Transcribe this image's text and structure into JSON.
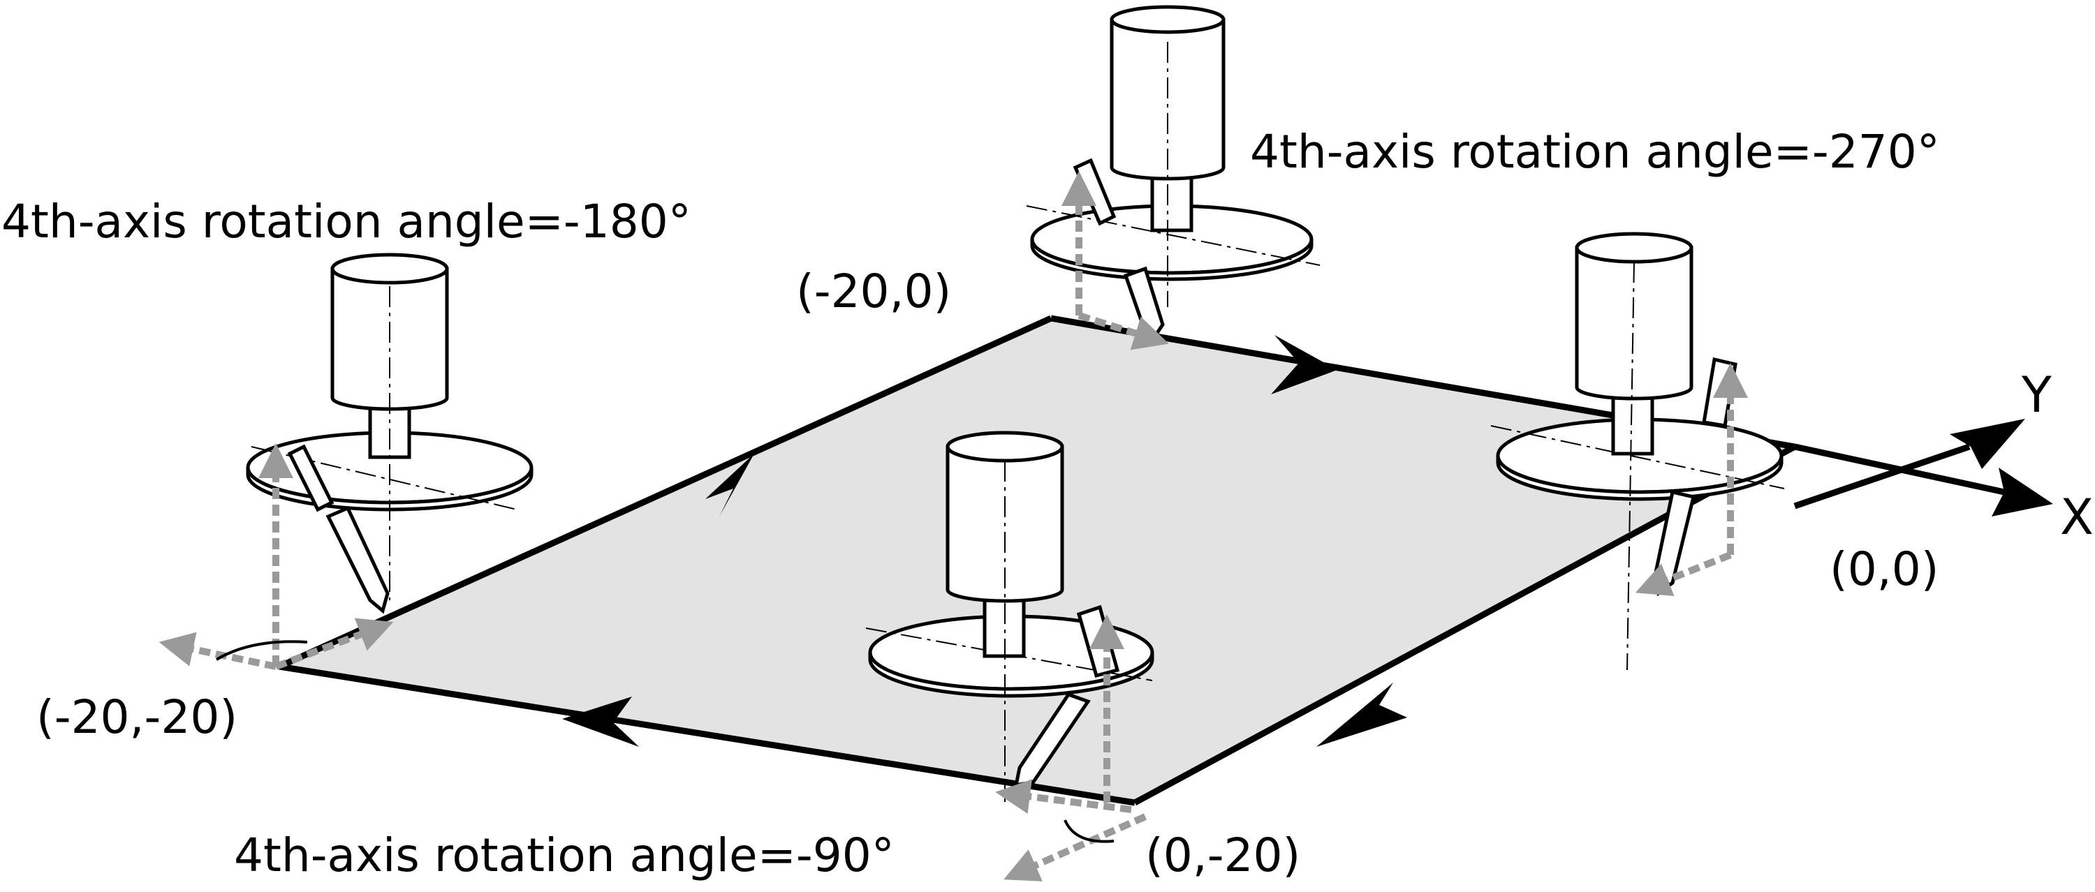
{
  "labels": {
    "angle_top": "4th-axis rotation angle=-270°",
    "angle_left": "4th-axis rotation angle=-180°",
    "angle_bottom": "4th-axis rotation angle=-90°",
    "coord_top": "(-20,0)",
    "coord_right": "(0,0)",
    "coord_left": "(-20,-20)",
    "coord_bottom": "(0,-20)",
    "axis_x": "X",
    "axis_y": "Y"
  },
  "colors": {
    "plate_fill": "#e3e3e3",
    "path_stroke": "#000000",
    "arrow_gray": "#9a9a9a"
  },
  "icons": {
    "spindle": "spindle-icon",
    "tool": "tool-icon",
    "turntable": "turntable-icon"
  }
}
